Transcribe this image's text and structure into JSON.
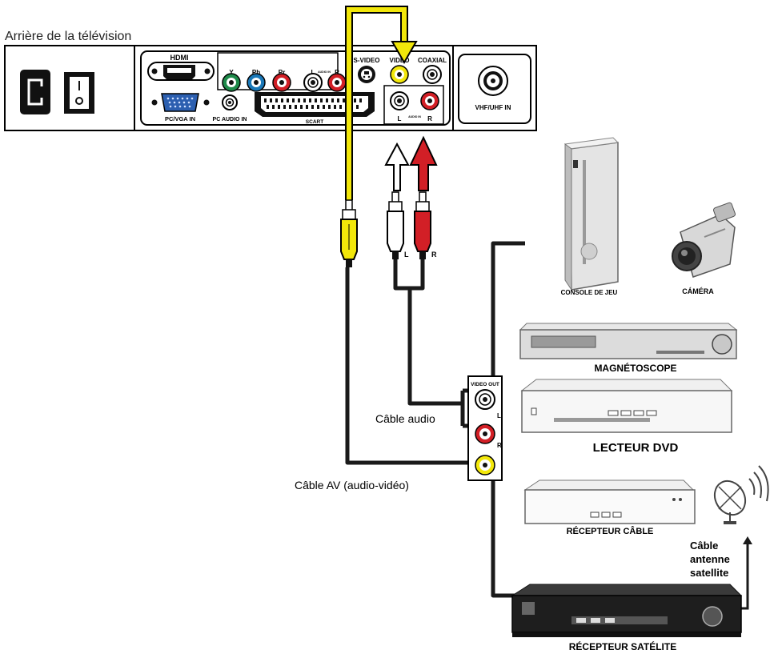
{
  "title": "Arrière de la télévision",
  "tv_panel": {
    "hdmi": "HDMI",
    "y": "Y",
    "pb": "Pb",
    "pr": "Pr",
    "l": "L",
    "r": "R",
    "audio_in": "AUDIO IN",
    "svideo": "S-VIDEO",
    "video": "VIDEO",
    "coaxial": "COAXIAL",
    "vhf_uhf_in": "VHF/UHF IN",
    "pc_vga_in": "PC/VGA IN",
    "pc_audio_in": "PC AUDIO IN",
    "scart": "SCART",
    "av_l": "L",
    "av_r": "R",
    "av_audio_in": "AUDIO IN"
  },
  "plugs": {
    "left": "L",
    "right": "R"
  },
  "device_jacks": {
    "video_out": "VIDEO OUT",
    "l": "L",
    "r": "R"
  },
  "cables": {
    "audio": "Câble audio",
    "av": "Câble AV (audio-vidéo)",
    "satellite_antenna_1": "Câble",
    "satellite_antenna_2": "antenne",
    "satellite_antenna_3": "satellite"
  },
  "devices": {
    "console": "CONSOLE DE JEU",
    "camera": "CÁMÉRA",
    "vcr": "MAGNÉTOSCOPE",
    "dvd": "LECTEUR DVD",
    "cable_receiver": "RÉCEPTEUR CÂBLE",
    "satellite_receiver": "RÉCEPTEUR SATÉLITE"
  },
  "colors": {
    "video_cable": "#f2e70a",
    "audio_right": "#d21f26",
    "audio_left": "#ffffff",
    "component_y": "#1e8a4a",
    "component_pb": "#1a78b8",
    "vga_blue": "#2c5fb0",
    "cable_black": "#1a1a1a"
  }
}
